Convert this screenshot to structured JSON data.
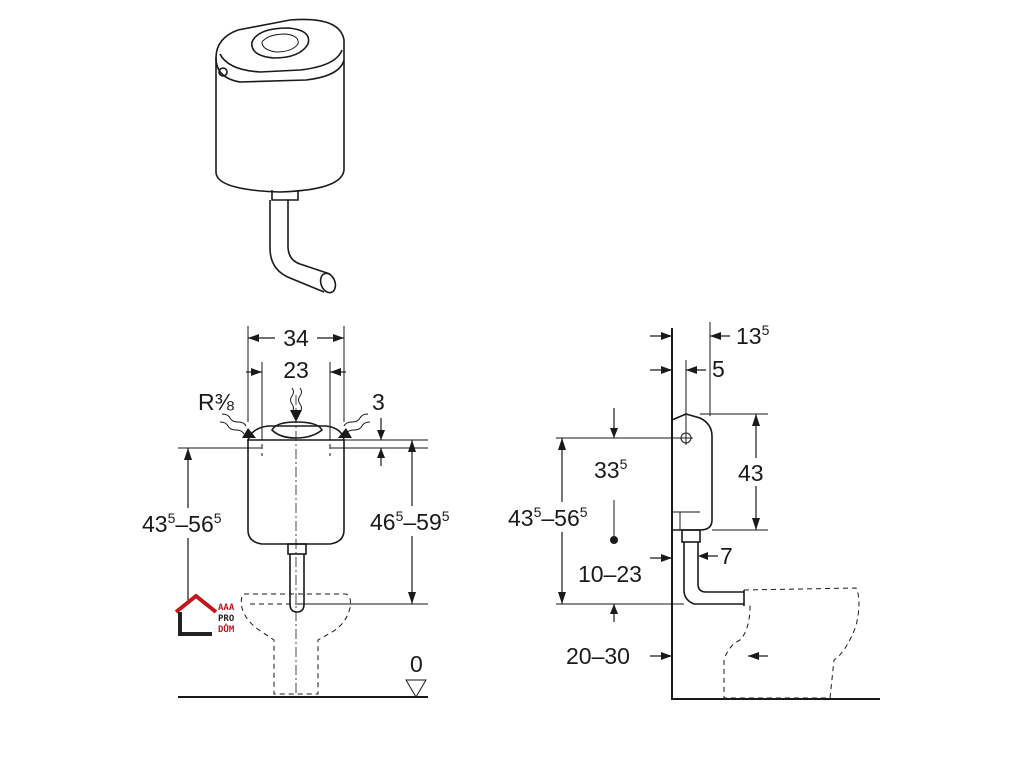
{
  "front_view": {
    "width_outer": "34",
    "width_inner": "23",
    "thread_label_main": "R",
    "thread_label_frac": "⅜",
    "top_gap": "3",
    "height_left_main": "43",
    "height_left_sup": "5",
    "height_left_mid": "–56",
    "height_left_sup2": "5",
    "height_right_main": "46",
    "height_right_sup": "5",
    "height_right_mid": "–59",
    "height_right_sup2": "5",
    "floor_level": "0"
  },
  "side_view": {
    "wall_offset_main": "13",
    "wall_offset_sup": "5",
    "wall_gap": "5",
    "tank_height": "43",
    "inlet_main": "33",
    "inlet_sup": "5",
    "height_main": "43",
    "height_sup": "5",
    "height_mid": "–56",
    "height_sup2": "5",
    "outlet_offset": "7",
    "pipe_range": "10–23",
    "bowl_range": "20–30"
  },
  "watermark": {
    "line1": "AAA",
    "line2": "PRO",
    "line3": "DŮM",
    "colors": {
      "roof": "#c0161c",
      "body": "#222222",
      "text1": "#c0161c",
      "text2": "#222222"
    }
  }
}
